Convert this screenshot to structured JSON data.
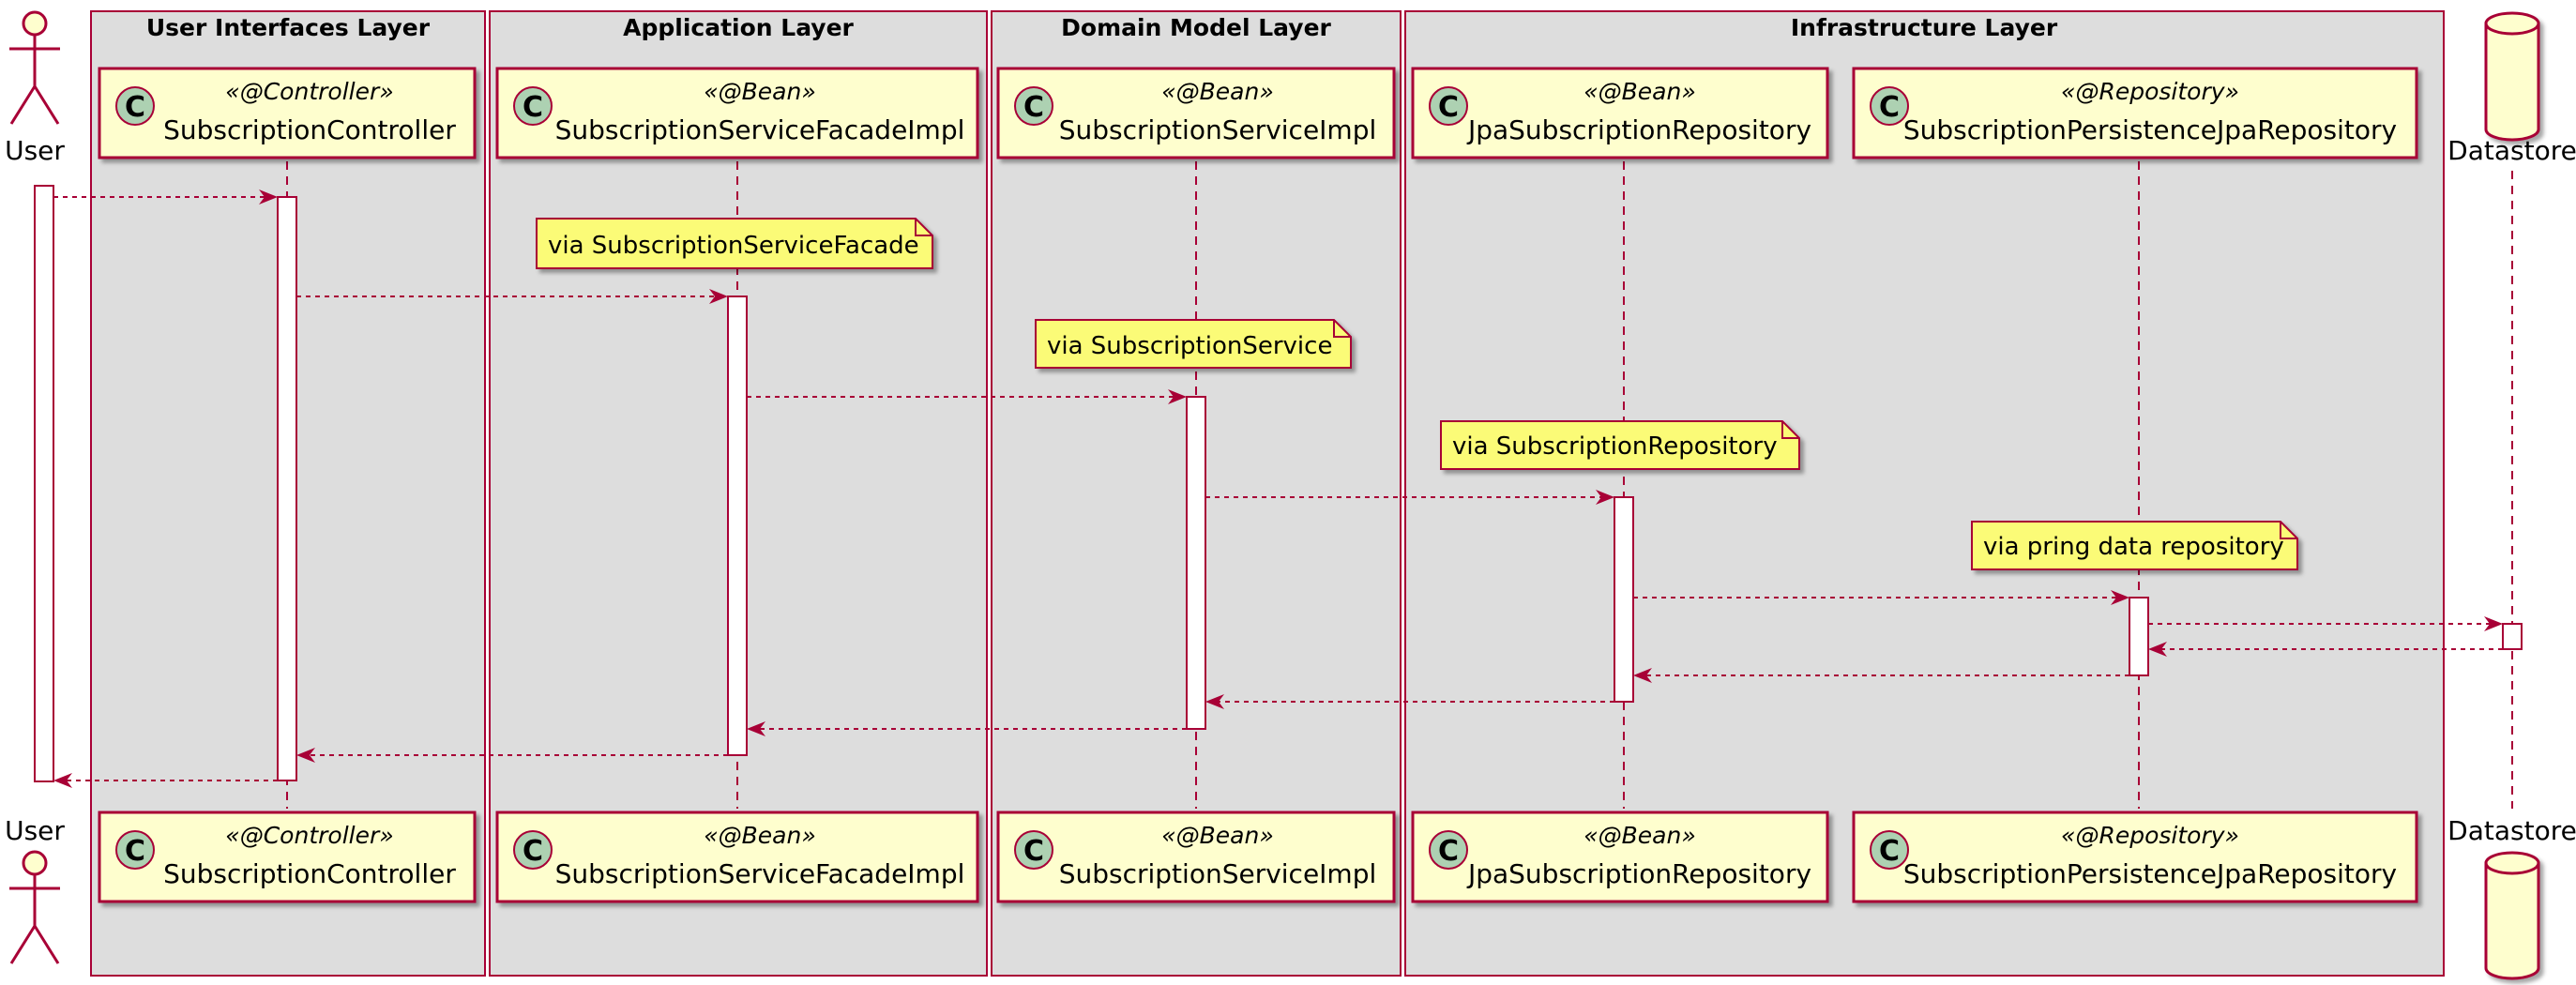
{
  "colors": {
    "border": "#a80036",
    "box_fill": "#dddddd",
    "participant_fill": "#fefece",
    "note_fill": "#fbfb77",
    "class_circle": "#add1b2",
    "activation_fill": "#ffffff",
    "lifeline": "#a80036"
  },
  "boxes": [
    {
      "id": "ui",
      "title": "User Interfaces Layer"
    },
    {
      "id": "app",
      "title": "Application Layer"
    },
    {
      "id": "domain",
      "title": "Domain Model Layer"
    },
    {
      "id": "infra",
      "title": "Infrastructure Layer"
    }
  ],
  "actor": {
    "name": "User",
    "icon": "stick-figure-actor-icon"
  },
  "database": {
    "name": "Datastore",
    "icon": "database-cylinder-icon"
  },
  "participants": [
    {
      "id": "controller",
      "stereotype": "«@Controller»",
      "name": "SubscriptionController",
      "icon": "class-c-icon"
    },
    {
      "id": "facade",
      "stereotype": "«@Bean»",
      "name": "SubscriptionServiceFacadeImpl",
      "icon": "class-c-icon"
    },
    {
      "id": "service",
      "stereotype": "«@Bean»",
      "name": "SubscriptionServiceImpl",
      "icon": "class-c-icon"
    },
    {
      "id": "jparepo",
      "stereotype": "«@Bean»",
      "name": "JpaSubscriptionRepository",
      "icon": "class-c-icon"
    },
    {
      "id": "persistrepo",
      "stereotype": "«@Repository»",
      "name": "SubscriptionPersistenceJpaRepository",
      "icon": "class-c-icon"
    }
  ],
  "class_glyph": "C",
  "notes": [
    {
      "text": "via SubscriptionServiceFacade"
    },
    {
      "text": "via SubscriptionService"
    },
    {
      "text": "via SubscriptionRepository"
    },
    {
      "text": "via pring data repository"
    }
  ],
  "messages": [
    {
      "from": "User",
      "to": "SubscriptionController",
      "kind": "call"
    },
    {
      "from": "SubscriptionController",
      "to": "SubscriptionServiceFacadeImpl",
      "kind": "call"
    },
    {
      "from": "SubscriptionServiceFacadeImpl",
      "to": "SubscriptionServiceImpl",
      "kind": "call"
    },
    {
      "from": "SubscriptionServiceImpl",
      "to": "JpaSubscriptionRepository",
      "kind": "call"
    },
    {
      "from": "JpaSubscriptionRepository",
      "to": "SubscriptionPersistenceJpaRepository",
      "kind": "call"
    },
    {
      "from": "SubscriptionPersistenceJpaRepository",
      "to": "Datastore",
      "kind": "call"
    },
    {
      "from": "Datastore",
      "to": "SubscriptionPersistenceJpaRepository",
      "kind": "return"
    },
    {
      "from": "SubscriptionPersistenceJpaRepository",
      "to": "JpaSubscriptionRepository",
      "kind": "return"
    },
    {
      "from": "JpaSubscriptionRepository",
      "to": "SubscriptionServiceImpl",
      "kind": "return"
    },
    {
      "from": "SubscriptionServiceImpl",
      "to": "SubscriptionServiceFacadeImpl",
      "kind": "return"
    },
    {
      "from": "SubscriptionServiceFacadeImpl",
      "to": "SubscriptionController",
      "kind": "return"
    },
    {
      "from": "SubscriptionController",
      "to": "User",
      "kind": "return"
    }
  ]
}
